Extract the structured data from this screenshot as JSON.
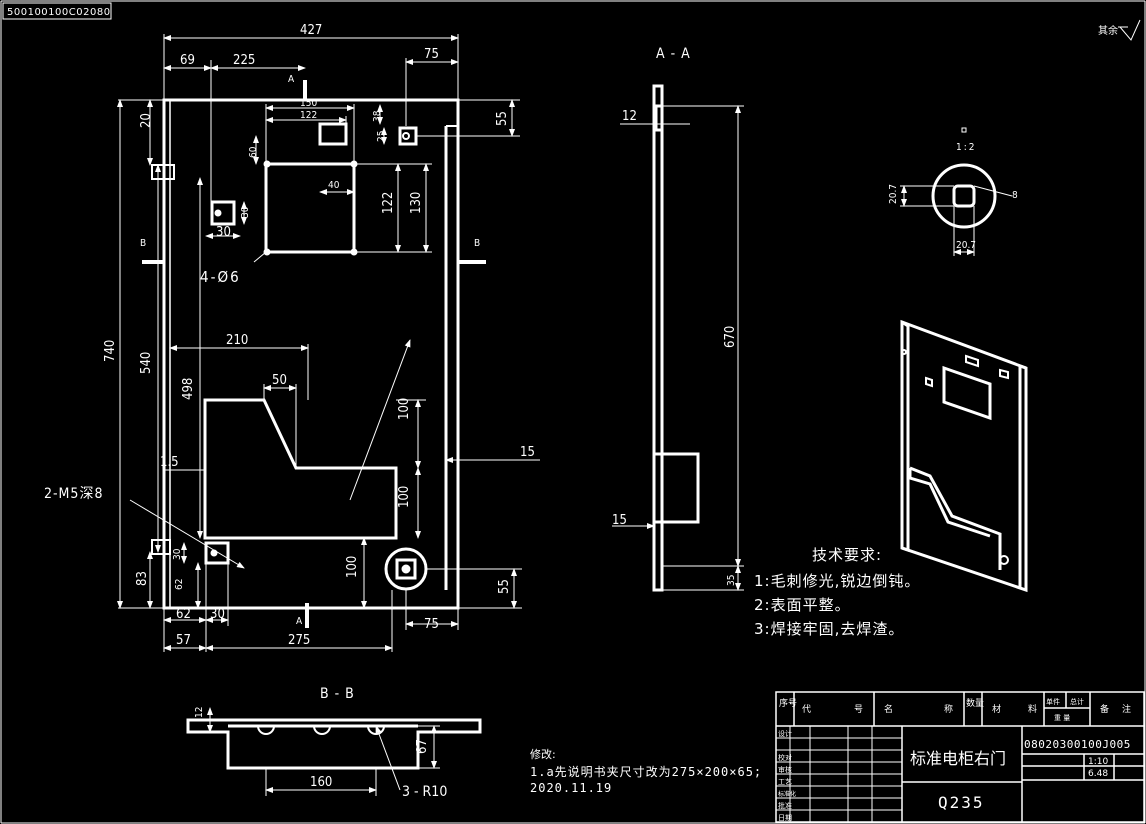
{
  "drawing_number_box": "500100100C02080",
  "roughness_note": "其余",
  "front_view": {
    "dims": {
      "overall_width": "427",
      "d69": "69",
      "d225": "225",
      "d75_top": "75",
      "d150": "150",
      "d122_top": "122",
      "d38": "38",
      "d25": "25",
      "d55_top": "55",
      "d20": "20",
      "d60": "60",
      "d40": "40",
      "d122_right": "122",
      "d130": "130",
      "d30_sq": "30",
      "d30_b": "30",
      "hole_note": "4-Ø6",
      "d740": "740",
      "d540": "540",
      "d210": "210",
      "d50": "50",
      "d498": "498",
      "d100_a": "100",
      "d15": "15",
      "d1_5": "1.5",
      "d100_b": "100",
      "thread_note": "2-M5深8",
      "d30_c": "30",
      "d62_a": "62",
      "d100_c": "100",
      "d83": "83",
      "d55_bot": "55",
      "d62_b": "62",
      "d30_d": "30",
      "d57": "57",
      "d275": "275",
      "d75_bot": "75"
    },
    "section_marks": {
      "a": "A",
      "b": "B"
    }
  },
  "section_aa": {
    "title": "A - A",
    "dims": {
      "d12": "12",
      "d670": "670",
      "d15": "15",
      "d35": "35"
    }
  },
  "detail": {
    "title": "1:2",
    "dims": {
      "d20_7_a": "20.7",
      "d20_7_b": "20.7",
      "d8": "8"
    }
  },
  "section_bb": {
    "title": "B - B",
    "dims": {
      "d12": "12",
      "d67": "67",
      "d160": "160",
      "radius_note": "3 - R10"
    }
  },
  "tech_requirements": {
    "title": "技术要求:",
    "items": [
      "1:毛刺修光,锐边倒钝。",
      "2:表面平整。",
      "3:焊接牢固,去焊渣。"
    ]
  },
  "modification": {
    "label": "修改:",
    "line1": "1.a先说明书夹尺寸改为275×200×65;",
    "line2": "2020.11.19"
  },
  "title_block": {
    "headers": [
      "序号",
      "代",
      "号",
      "名",
      "称",
      "数量",
      "材",
      "料",
      "单件",
      "总计",
      "备",
      "注"
    ],
    "sub_header": "重 量",
    "part_name": "标准电柜右门",
    "drawing_no": "08020300100J005",
    "material": "Q235",
    "scale": "1:10",
    "sheet": "6.48",
    "left_cells": [
      "设计",
      "校对",
      "审核",
      "工艺",
      "标准化",
      "批准",
      "日期"
    ]
  }
}
